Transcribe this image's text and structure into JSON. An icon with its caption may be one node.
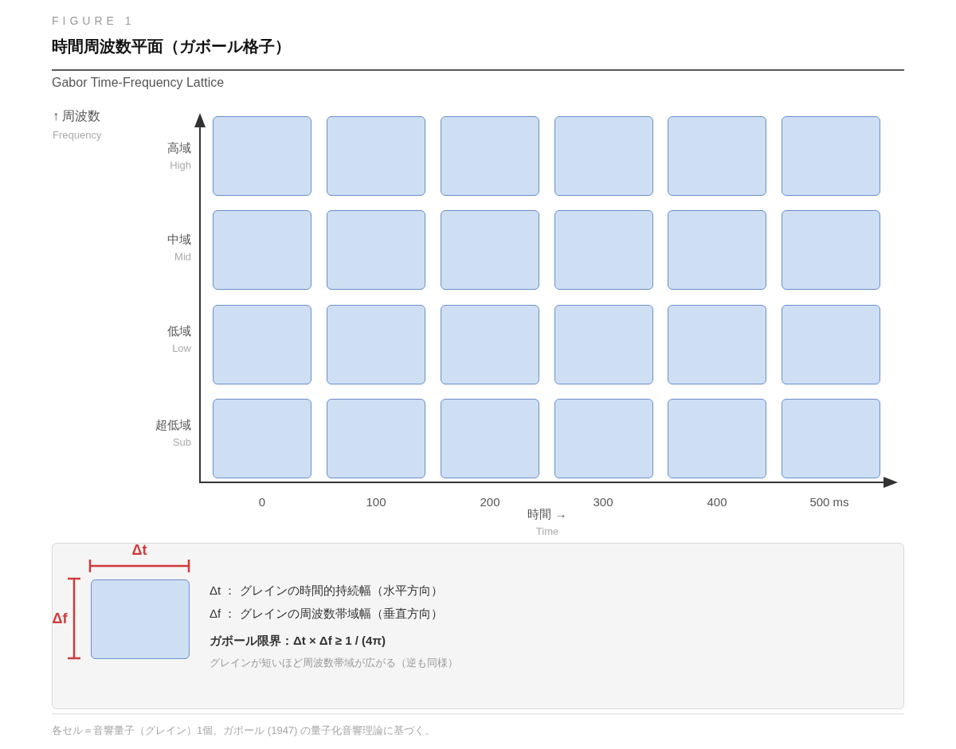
{
  "diagram": {
    "title": "時間周波数平面（ガボール格子）",
    "caption": "各セル＝音響量子（グレイン）1個。ガボール (1947) の量子化音響理論に基づく。",
    "nodes": [
      {
        "text": [],
        "shape": "box"
      },
      {
        "text": [],
        "shape": "box"
      },
      {
        "text": [],
        "shape": "box"
      },
      {
        "text": [],
        "shape": "box"
      },
      {
        "text": [],
        "shape": "box"
      },
      {
        "text": [],
        "shape": "box"
      },
      {
        "text": [],
        "shape": "box"
      },
      {
        "text": [],
        "shape": "box"
      },
      {
        "text": [],
        "shape": "box"
      },
      {
        "text": [],
        "shape": "box"
      },
      {
        "text": [],
        "shape": "box"
      },
      {
        "text": [],
        "shape": "box"
      },
      {
        "text": [],
        "shape": "box"
      },
      {
        "text": [],
        "shape": "box"
      },
      {
        "text": [],
        "shape": "box"
      },
      {
        "text": [],
        "shape": "box"
      },
      {
        "text": [],
        "shape": "box"
      },
      {
        "text": [],
        "shape": "box"
      },
      {
        "text": [],
        "shape": "box"
      },
      {
        "text": [],
        "shape": "box"
      },
      {
        "text": [],
        "shape": "box"
      },
      {
        "text": [],
        "shape": "box"
      },
      {
        "text": [],
        "shape": "box"
      },
      {
        "text": [],
        "shape": "box"
      },
      {
        "text": [
          "Δt ： グレインの時間的持続幅（水平方向）",
          "Δf ： グレインの周波数帯域幅（垂直方向）",
          "ガボール限界：Δt × Δf ≥ 1 / (4π)",
          "グレインが短いほど周波数帯域が広がる（逆も同様）"
        ]
      },
      {
        "text": [],
        "shape": "box",
        "in": 24
      }
    ],
    "labels": [
      "FIGURE 1",
      "Gabor Time-Frequency Lattice",
      "↑ 周波数",
      "Frequency",
      "高域",
      "High",
      "中域",
      "Mid",
      "低域",
      "Low",
      "超低域",
      "Sub",
      "0",
      "100",
      "200",
      "300",
      "400",
      "500 ms",
      "時間 →",
      "Time",
      "Δt",
      "Δf"
    ]
  }
}
